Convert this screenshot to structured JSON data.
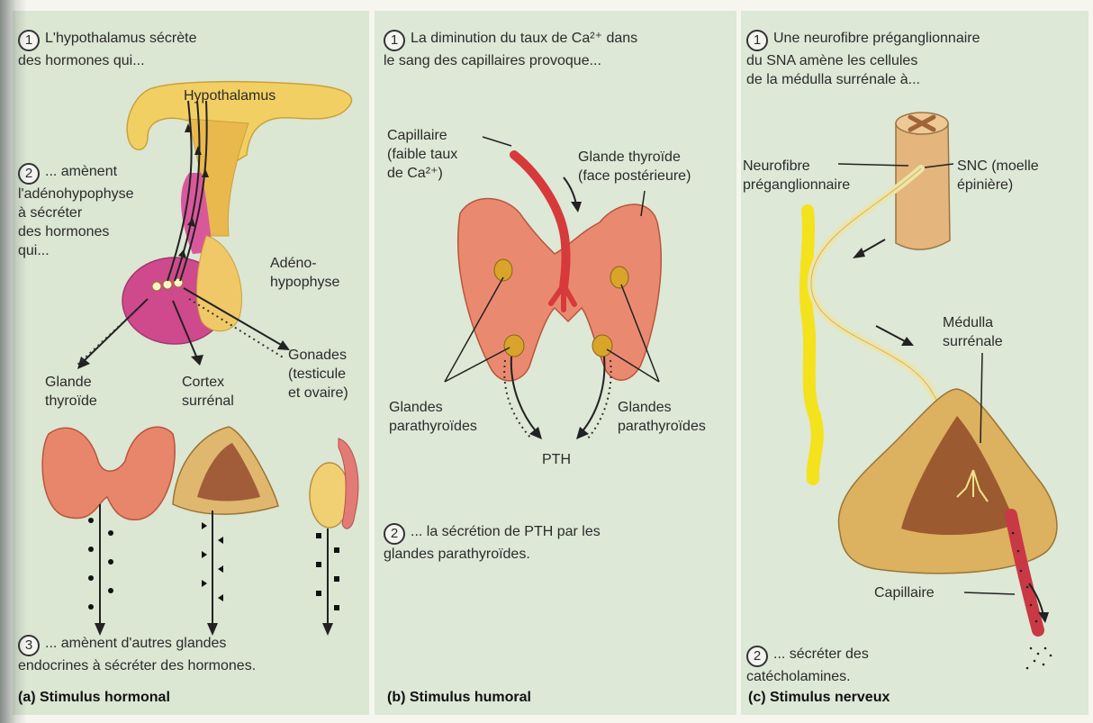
{
  "panel_a": {
    "step1": {
      "num": "1",
      "text": "L'hypothalamus sécrète\ndes hormones qui..."
    },
    "hypothalamus_label": "Hypothalamus",
    "step2": {
      "num": "2",
      "text": "... amènent\nl'adénohypophyse\nà sécréter\ndes hormones\nqui..."
    },
    "adenohypophyse_label": "Adéno-\nhypophyse",
    "glande_thyroide_label": "Glande\nthyroïde",
    "cortex_label": "Cortex\nsurrénal",
    "gonades_label": "Gonades\n(testicule\net ovaire)",
    "step3": {
      "num": "3",
      "text": "... amènent d'autres glandes\nendocrines à sécréter des hormones."
    },
    "caption": "(a) Stimulus hormonal"
  },
  "panel_b": {
    "step1": {
      "num": "1",
      "text": "La diminution du taux de Ca²⁺ dans\nle sang des capillaires provoque..."
    },
    "capillaire_label": "Capillaire\n(faible taux\nde Ca²⁺)",
    "thyroide_label": "Glande thyroïde\n(face postérieure)",
    "parathyroides_left": "Glandes\nparathyroïdes",
    "parathyroides_right": "Glandes\nparathyroïdes",
    "pth_label": "PTH",
    "step2": {
      "num": "2",
      "text": "... la sécrétion de PTH par les\nglandes parathyroïdes."
    },
    "caption": "(b) Stimulus humoral"
  },
  "panel_c": {
    "step1": {
      "num": "1",
      "text": "Une neurofibre préganglionnaire\ndu SNA amène les cellules\nde la médulla surrénale à..."
    },
    "neurofibre_label": "Neurofibre\npréganglionnaire",
    "snc_label": "SNC (moelle\népinière)",
    "medulla_label": "Médulla\nsurrénale",
    "capillaire_label": "Capillaire",
    "step2": {
      "num": "2",
      "text": "... sécréter des\ncatécholamines."
    },
    "caption": "(c) Stimulus nerveux"
  }
}
